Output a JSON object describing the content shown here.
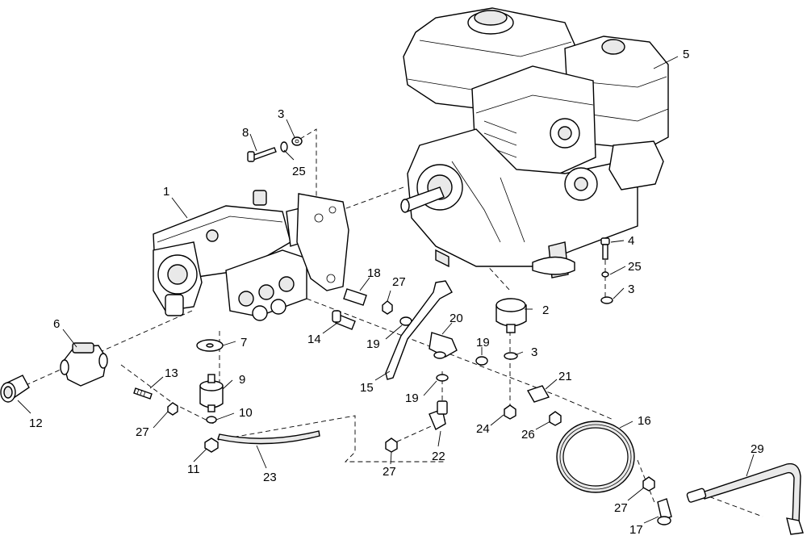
{
  "callouts": {
    "c1": "1",
    "c2": "2",
    "c3a": "3",
    "c3b": "3",
    "c3c": "3",
    "c4": "4",
    "c5": "5",
    "c6": "6",
    "c7": "7",
    "c8": "8",
    "c9": "9",
    "c10": "10",
    "c11": "11",
    "c12": "12",
    "c13": "13",
    "c14": "14",
    "c15": "15",
    "c16": "16",
    "c17": "17",
    "c18": "18",
    "c19a": "19",
    "c19b": "19",
    "c19c": "19",
    "c20": "20",
    "c21": "21",
    "c22": "22",
    "c23": "23",
    "c24": "24",
    "c25a": "25",
    "c25b": "25",
    "c26": "26",
    "c27a": "27",
    "c27b": "27",
    "c27c": "27",
    "c27d": "27",
    "c29": "29"
  }
}
